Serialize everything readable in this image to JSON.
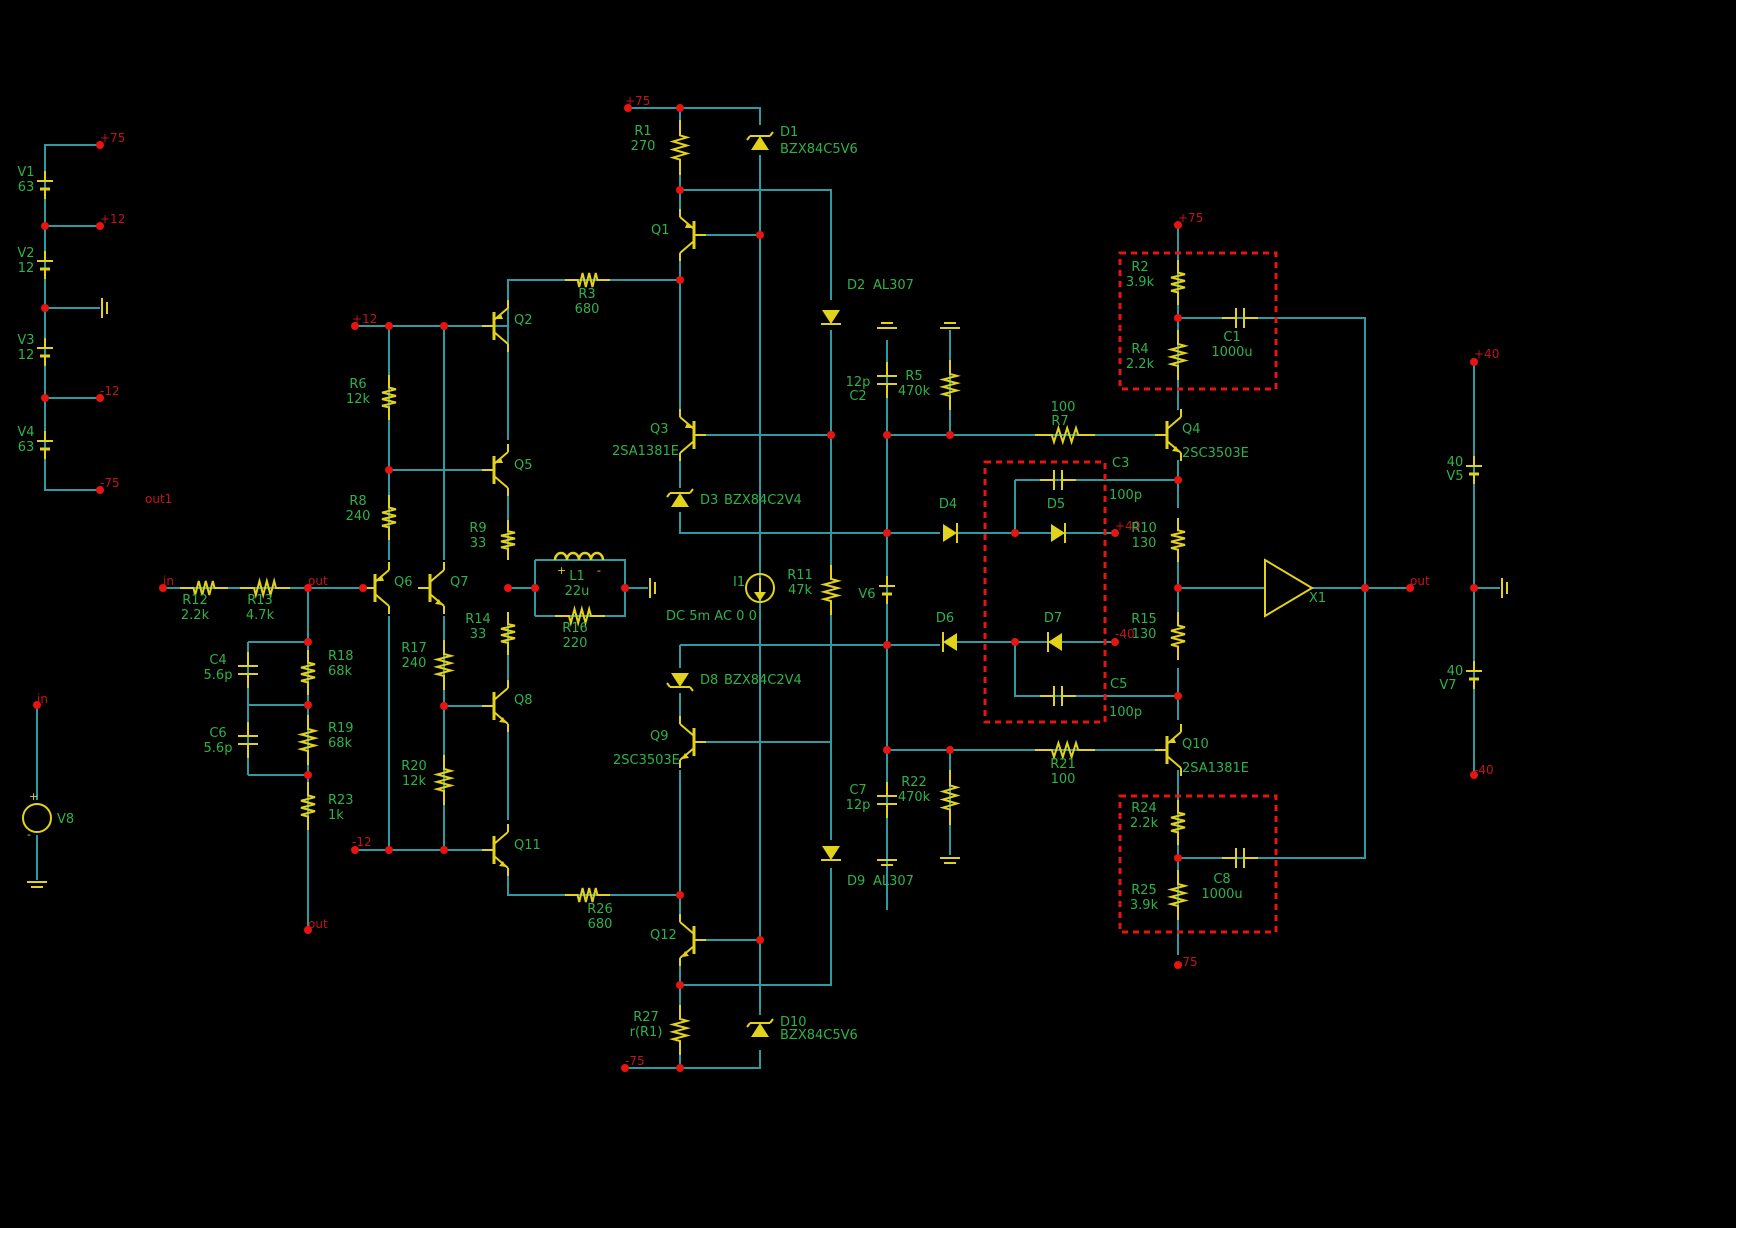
{
  "colors": {
    "background": "#000000",
    "wire": "#2f9aa0",
    "component": "#e3d21a",
    "label": "#2fb24a",
    "node": "#e8140f",
    "net": "#c0141b",
    "highlight": "#e8140f"
  },
  "nets": {
    "p75": "+75",
    "p12": "+12",
    "gnd": "",
    "m12": "-12",
    "m75": "-75",
    "p40": "+40",
    "m40": "-40",
    "in": "in",
    "out": "out",
    "out1": "out1"
  },
  "components": {
    "V1": {
      "name": "V1",
      "value": "63"
    },
    "V2": {
      "name": "V2",
      "value": "12"
    },
    "V3": {
      "name": "V3",
      "value": "12"
    },
    "V4": {
      "name": "V4",
      "value": "63"
    },
    "V5": {
      "name": "V5",
      "value": "40"
    },
    "V6": {
      "name": "V6",
      "value": ""
    },
    "V7": {
      "name": "V7",
      "value": "40"
    },
    "V8": {
      "name": "V8",
      "value": ""
    },
    "R1": {
      "name": "R1",
      "value": "270"
    },
    "R2": {
      "name": "R2",
      "value": "3.9k"
    },
    "R3": {
      "name": "R3",
      "value": "680"
    },
    "R4": {
      "name": "R4",
      "value": "2.2k"
    },
    "R5": {
      "name": "R5",
      "value": "470k"
    },
    "R6": {
      "name": "R6",
      "value": "12k"
    },
    "R7": {
      "name": "R7",
      "value": "100"
    },
    "R8": {
      "name": "R8",
      "value": "240"
    },
    "R9": {
      "name": "R9",
      "value": "33"
    },
    "R10": {
      "name": "R10",
      "value": "130"
    },
    "R11": {
      "name": "R11",
      "value": "47k"
    },
    "R12": {
      "name": "R12",
      "value": "2.2k"
    },
    "R13": {
      "name": "R13",
      "value": "4.7k"
    },
    "R14": {
      "name": "R14",
      "value": "33"
    },
    "R15": {
      "name": "R15",
      "value": "130"
    },
    "R16": {
      "name": "R16",
      "value": "220"
    },
    "R17": {
      "name": "R17",
      "value": "240"
    },
    "R18": {
      "name": "R18",
      "value": "68k"
    },
    "R19": {
      "name": "R19",
      "value": "68k"
    },
    "R20": {
      "name": "R20",
      "value": "12k"
    },
    "R21": {
      "name": "R21",
      "value": "100"
    },
    "R22": {
      "name": "R22",
      "value": "470k"
    },
    "R23": {
      "name": "R23",
      "value": "1k"
    },
    "R24": {
      "name": "R24",
      "value": "2.2k"
    },
    "R25": {
      "name": "R25",
      "value": "3.9k"
    },
    "R26": {
      "name": "R26",
      "value": "680"
    },
    "R27": {
      "name": "R27",
      "value": "r(R1)"
    },
    "C1": {
      "name": "C1",
      "value": "1000u"
    },
    "C2": {
      "name": "C2",
      "value": "12p"
    },
    "C3": {
      "name": "C3",
      "value": "100p"
    },
    "C4": {
      "name": "C4",
      "value": "5.6p"
    },
    "C5": {
      "name": "C5",
      "value": "100p"
    },
    "C6": {
      "name": "C6",
      "value": "5.6p"
    },
    "C7": {
      "name": "C7",
      "value": "12p"
    },
    "C8": {
      "name": "C8",
      "value": "1000u"
    },
    "L1": {
      "name": "L1",
      "value": "22u"
    },
    "I1": {
      "name": "I1",
      "value": "DC 5m AC 0 0"
    },
    "D1": {
      "name": "D1",
      "value": "BZX84C5V6"
    },
    "D2": {
      "name": "D2",
      "value": "AL307"
    },
    "D3": {
      "name": "D3",
      "value": "BZX84C2V4"
    },
    "D4": {
      "name": "D4",
      "value": ""
    },
    "D5": {
      "name": "D5",
      "value": ""
    },
    "D6": {
      "name": "D6",
      "value": ""
    },
    "D7": {
      "name": "D7",
      "value": ""
    },
    "D8": {
      "name": "D8",
      "value": "BZX84C2V4"
    },
    "D9": {
      "name": "D9",
      "value": "AL307"
    },
    "D10": {
      "name": "D10",
      "value": "BZX84C5V6"
    },
    "Q1": {
      "name": "Q1",
      "value": ""
    },
    "Q2": {
      "name": "Q2",
      "value": ""
    },
    "Q3": {
      "name": "Q3",
      "value": "2SA1381E"
    },
    "Q4": {
      "name": "Q4",
      "value": "2SC3503E"
    },
    "Q5": {
      "name": "Q5",
      "value": ""
    },
    "Q6": {
      "name": "Q6",
      "value": ""
    },
    "Q7": {
      "name": "Q7",
      "value": ""
    },
    "Q8": {
      "name": "Q8",
      "value": ""
    },
    "Q9": {
      "name": "Q9",
      "value": "2SC3503E"
    },
    "Q10": {
      "name": "Q10",
      "value": "2SA1381E"
    },
    "Q11": {
      "name": "Q11",
      "value": ""
    },
    "Q12": {
      "name": "Q12",
      "value": ""
    },
    "X1": {
      "name": "X1",
      "value": ""
    }
  }
}
